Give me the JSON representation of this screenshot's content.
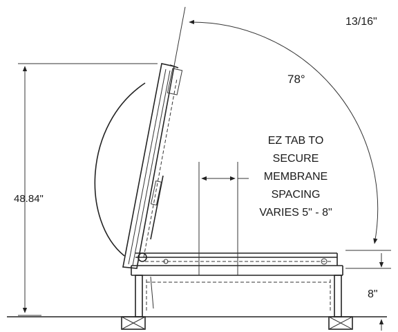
{
  "labels": {
    "top_fraction": "13/16\"",
    "angle": "78°",
    "height": "48.84\"",
    "curb_height": "8\"",
    "note_lines": [
      "EZ TAB TO",
      "SECURE",
      "MEMBRANE",
      "SPACING",
      "VARIES 5\" - 8\""
    ]
  },
  "colors": {
    "ink": "#1a1a1a",
    "paper": "#ffffff"
  }
}
